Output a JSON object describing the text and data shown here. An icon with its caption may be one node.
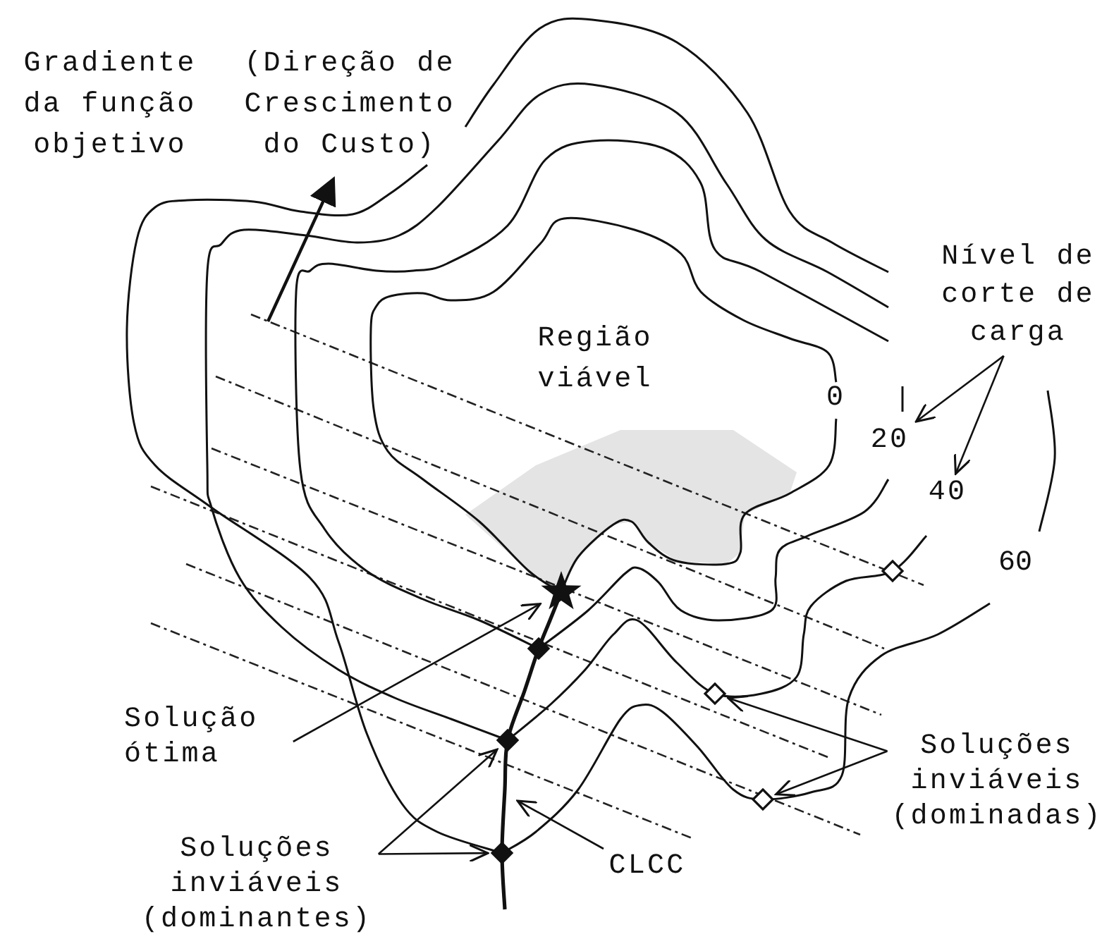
{
  "diagram": {
    "nodes": [
      {
        "text": [
          "Gradiente da função objetivo"
        ]
      },
      {
        "text": [
          "(Direção de Crescimento do Custo)"
        ]
      },
      {
        "text": [
          "Região viável"
        ]
      },
      {
        "text": [
          "Nível de corte de carga"
        ]
      },
      {
        "text": [],
        "shape": "diamond"
      },
      {
        "text": [],
        "shape": "star"
      },
      {
        "text": [],
        "shape": "diamond"
      },
      {
        "text": [],
        "shape": "diamond"
      },
      {
        "text": [],
        "shape": "diamond"
      },
      {
        "text": [
          "Solução ótima"
        ]
      },
      {
        "text": [],
        "shape": "diamond"
      },
      {
        "text": [],
        "shape": "diamond"
      },
      {
        "text": [
          "Soluções inviáveis (dominadas)"
        ]
      },
      {
        "text": [
          "CLCC"
        ]
      },
      {
        "text": [
          "Soluções inviáveis (dominantes)"
        ]
      },
      {
        "text": [
          "20"
        ]
      },
      {
        "text": [
          "40"
        ]
      }
    ],
    "edges": [
      {
        "from": 3,
        "to": 15,
        "arrow": "to"
      },
      {
        "from": 3,
        "to": 16,
        "arrow": "to"
      },
      {
        "from": 9,
        "to": 5,
        "arrow": "to"
      },
      {
        "from": 14,
        "to": 8,
        "arrow": "to"
      },
      {
        "from": 14,
        "to": 11,
        "arrow": "to"
      },
      {
        "from": 12,
        "to": 7,
        "arrow": "to"
      },
      {
        "from": 12,
        "to": 10,
        "arrow": "to"
      },
      {
        "from": 13,
        "to": null,
        "arrow": "to"
      }
    ],
    "labels": [
      "0",
      "60"
    ]
  }
}
